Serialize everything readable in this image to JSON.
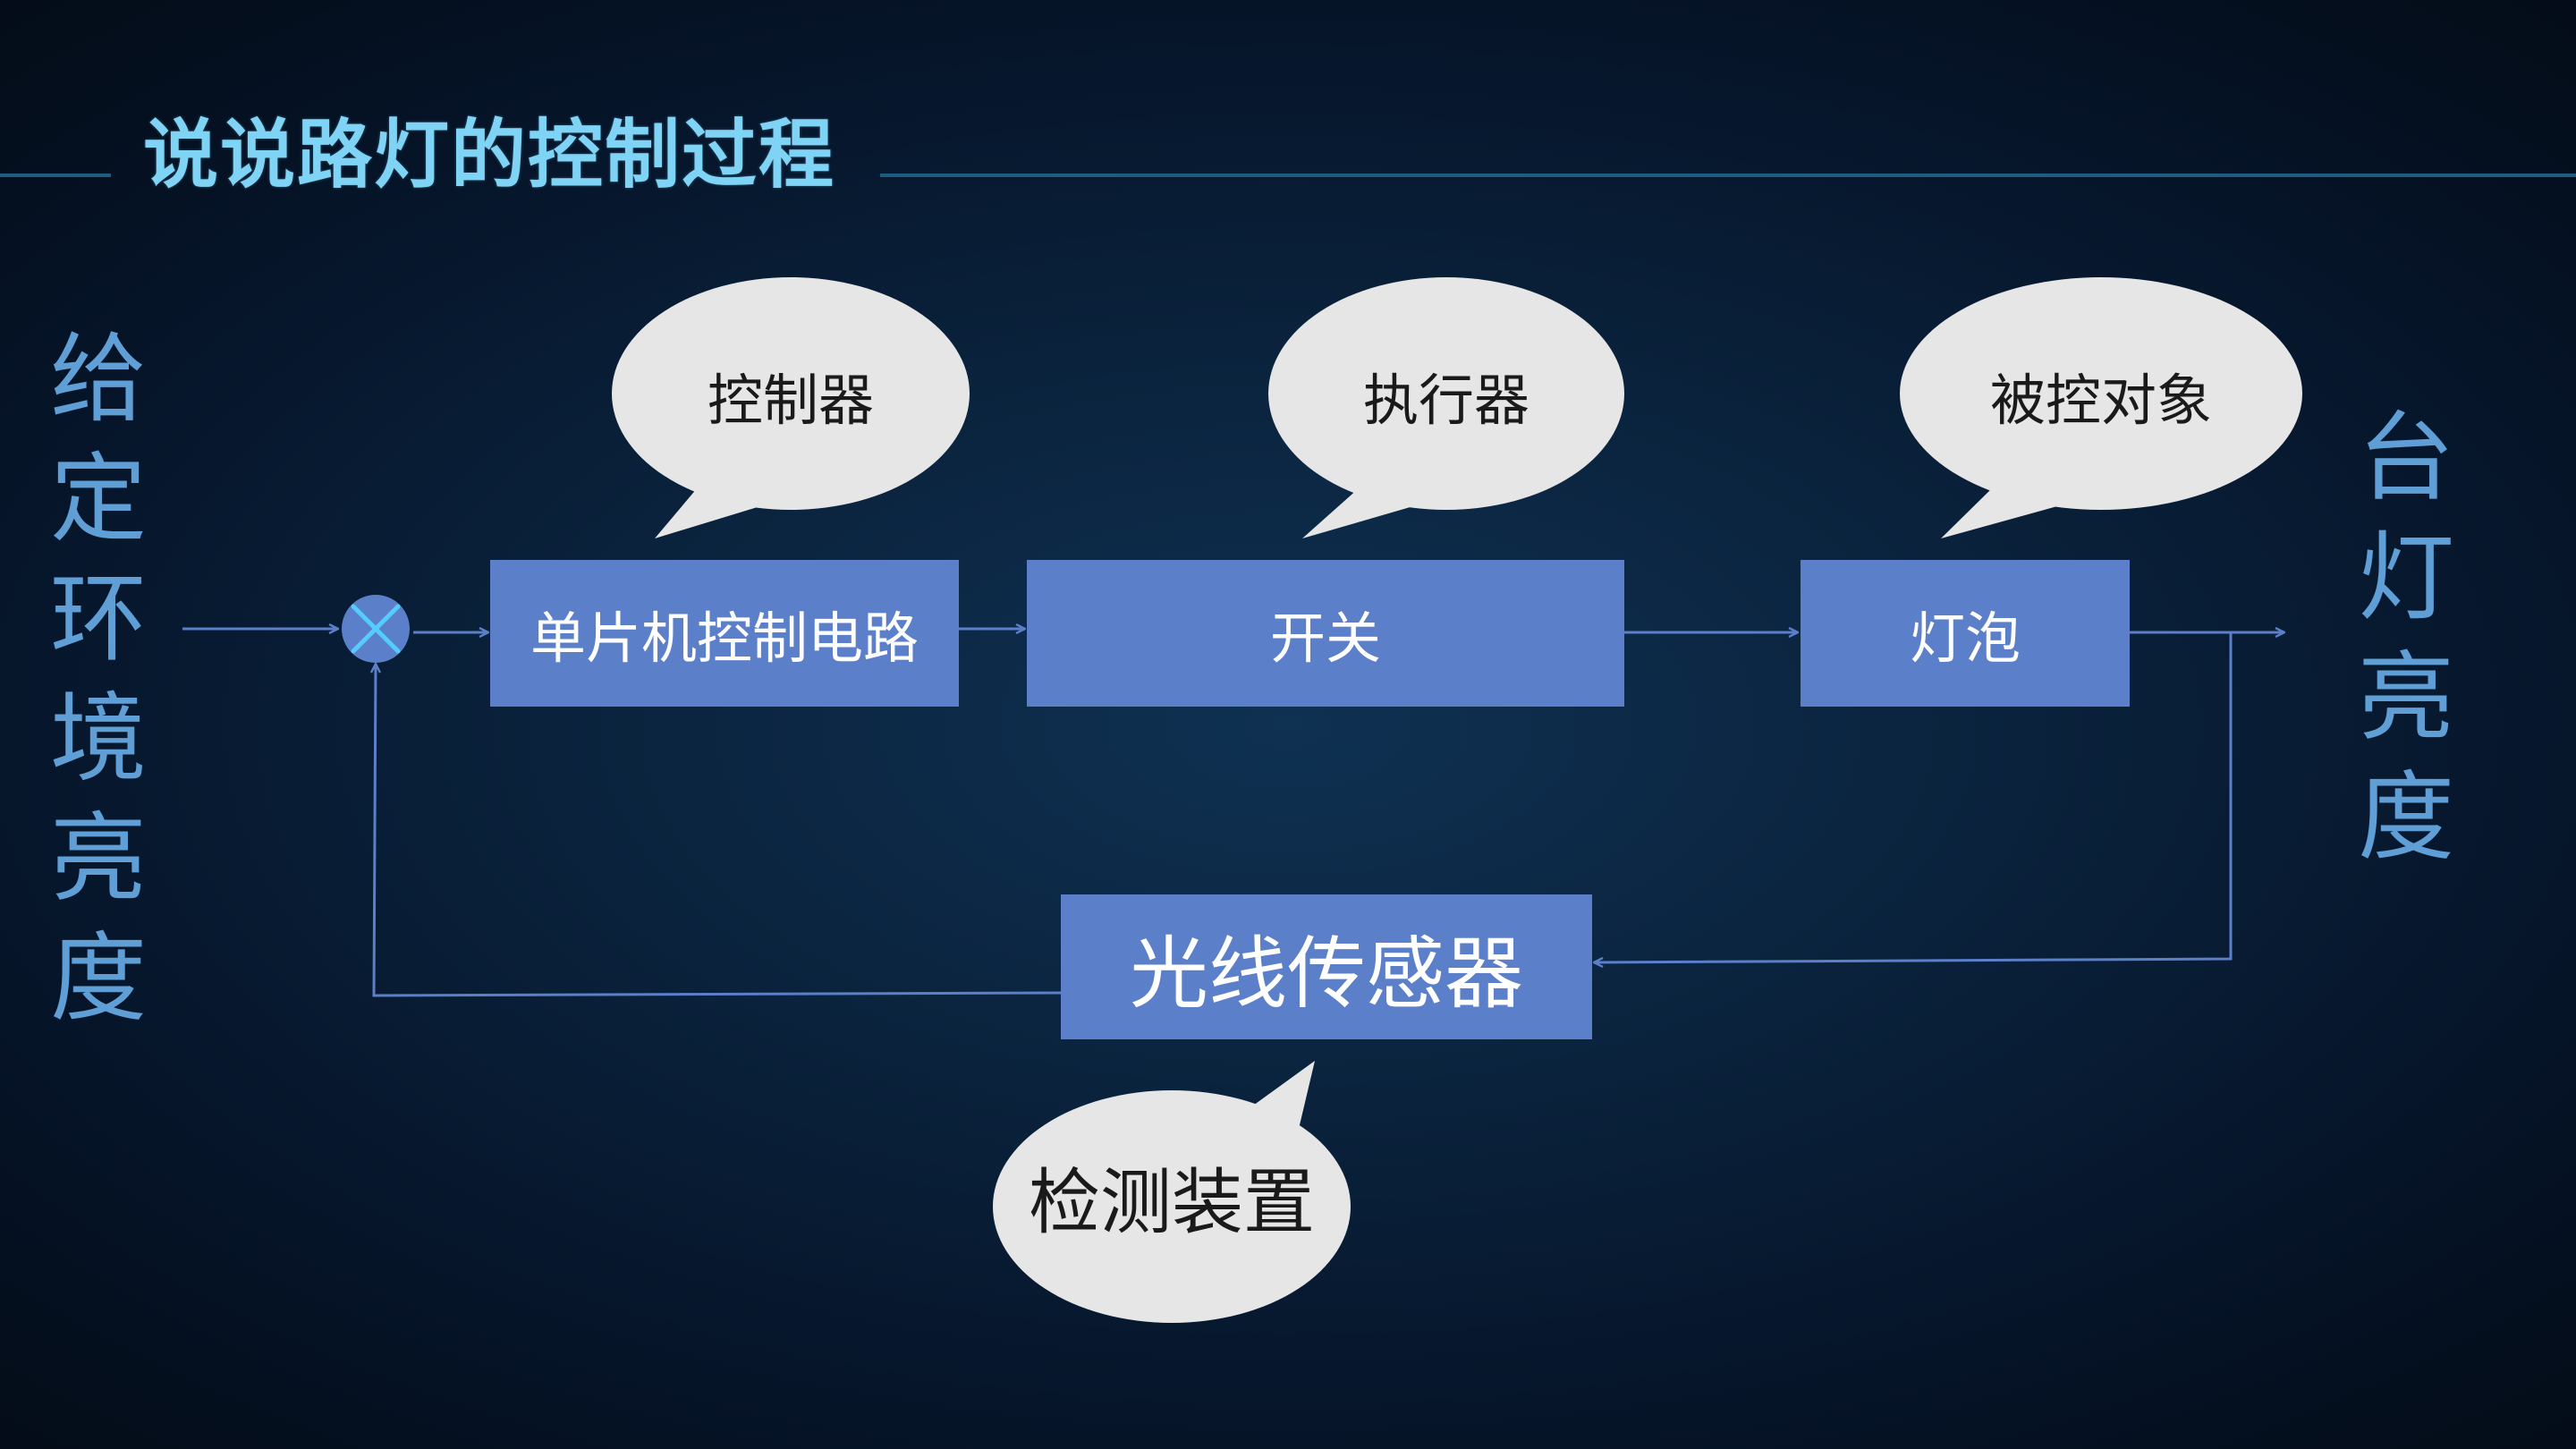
{
  "slide": {
    "title": "说说路灯的控制过程"
  },
  "diagram": {
    "input_label": "给\n定\n环\n境\n亮\n度",
    "output_label": "台\n灯\n亮\n度",
    "blocks": {
      "controller": "单片机控制电路",
      "switch": "开关",
      "bulb": "灯泡",
      "sensor": "光线传感器"
    },
    "callouts": {
      "controller": "控制器",
      "actuator": "执行器",
      "plant": "被控对象",
      "detector": "检测装置"
    },
    "colors": {
      "background": "#0a223c",
      "title": "#7fd3f5",
      "block_fill": "#5b7fc9",
      "block_text": "#ffffff",
      "callout_fill": "#e6e6e6",
      "callout_text": "#1a1a1a",
      "side_label": "#5f9fd6",
      "line": "#5b7fc9",
      "summing_junction": "#5b7fc9",
      "summing_cross": "#55ccff",
      "title_rule": "#1d5d80"
    }
  }
}
